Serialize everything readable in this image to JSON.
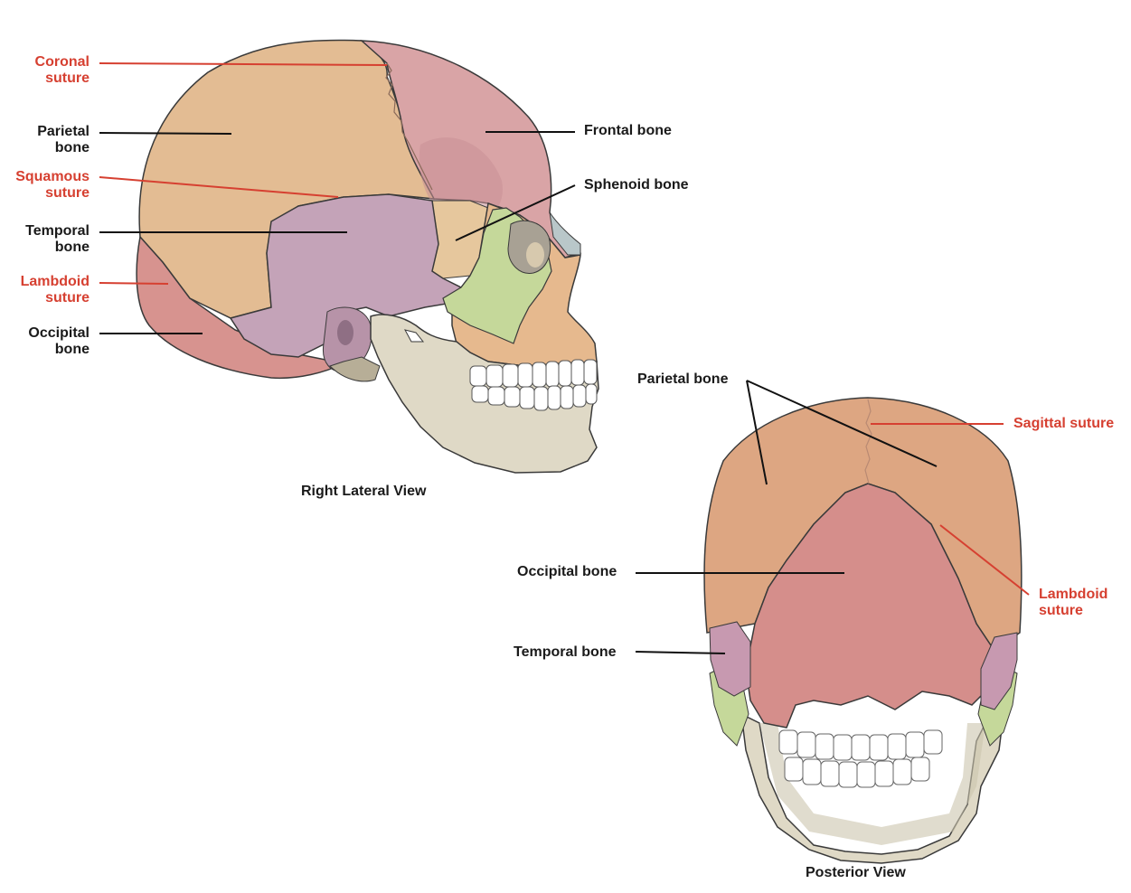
{
  "lateral_view": {
    "caption": "Right Lateral View",
    "labels": {
      "coronal_suture": [
        "Coronal",
        "suture"
      ],
      "parietal_bone": [
        "Parietal",
        "bone"
      ],
      "squamous_suture": [
        "Squamous",
        "suture"
      ],
      "temporal_bone": [
        "Temporal",
        "bone"
      ],
      "lambdoid_suture": [
        "Lambdoid",
        "suture"
      ],
      "occipital_bone": [
        "Occipital",
        "bone"
      ],
      "frontal_bone": "Frontal bone",
      "sphenoid_bone": "Sphenoid bone"
    }
  },
  "posterior_view": {
    "caption": "Posterior View",
    "labels": {
      "parietal_bone": "Parietal bone",
      "sagittal_suture": "Sagittal suture",
      "occipital_bone": "Occipital bone",
      "lambdoid_suture": [
        "Lambdoid",
        "suture"
      ],
      "temporal_bone": "Temporal bone"
    }
  },
  "colors": {
    "bone_label": "#1a1a1a",
    "suture_label": "#d64031",
    "parietal": "#e3bc93",
    "frontal": "#d9a4a6",
    "temporal": "#c4a3b8",
    "sphenoid": "#c5d89a",
    "occipital": "#d58e8b",
    "mandible": "#dfd9c6",
    "teeth": "#ffffff"
  }
}
